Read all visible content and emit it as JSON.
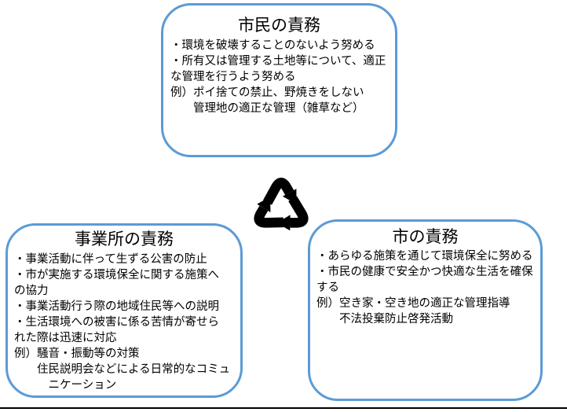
{
  "diagram": {
    "colors": {
      "box_border": "#5B9BD5",
      "text": "#000000",
      "icon": "#000000",
      "background": "#FFFFFF",
      "bottom_rule": "#000000"
    },
    "icon": {
      "name": "recycle-symbol"
    },
    "top_box": {
      "title": "市民の責務",
      "lines": [
        "・環境を破壊することのないよう努める",
        "・所有又は管理する土地等について、適正",
        "な管理を行うよう努める",
        "例）ポイ捨ての禁止、野焼きをしない",
        "　　管理地の適正な管理（雑草など）"
      ]
    },
    "left_box": {
      "title": "事業所の責務",
      "lines": [
        "・事業活動に伴って生ずる公害の防止",
        "・市が実施する環境保全に関する施策へ",
        "の協力",
        "・事業活動行う際の地域住民等への説明",
        "・生活環境への被害に係る苦情が寄せら",
        "れた際は迅速に対応",
        "例）騒音・振動等の対策",
        "　　住民説明会などによる日常的なコミュ",
        "　　　ニケーション"
      ]
    },
    "right_box": {
      "title": "市の責務",
      "lines": [
        "・あらゆる施策を通じて環境保全に努める",
        "・市民の健康で安全かつ快適な生活を確保",
        "する",
        "例）空き家・空き地の適正な管理指導",
        "　　不法投棄防止啓発活動"
      ]
    }
  }
}
